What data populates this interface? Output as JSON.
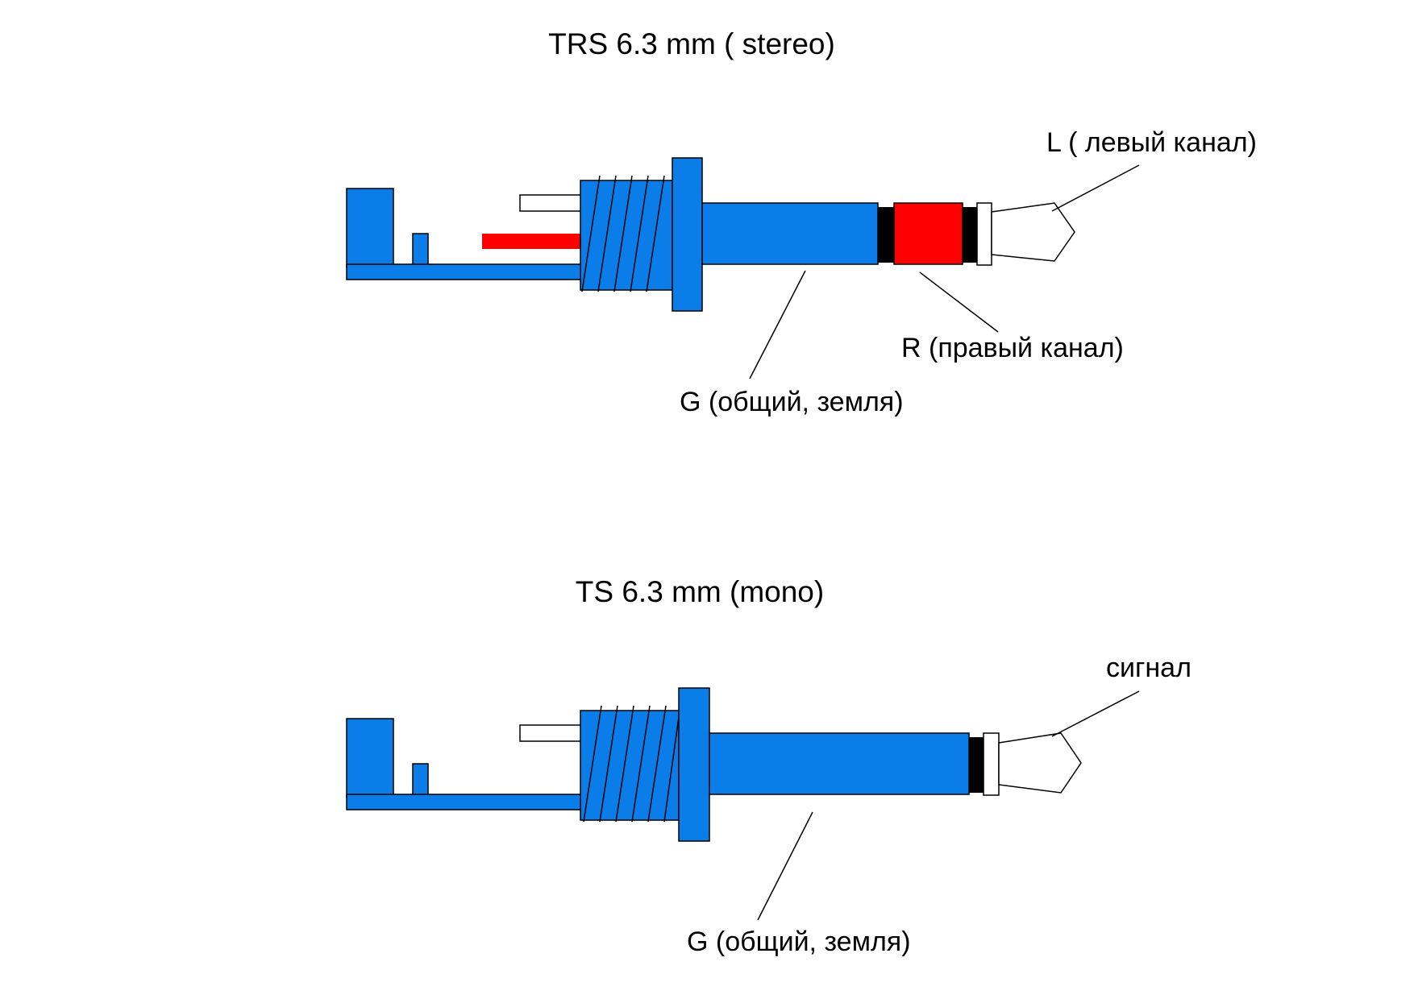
{
  "colors": {
    "body": "#0a7de8",
    "ring": "#ff0000",
    "insulator": "#000000",
    "outline": "#000000",
    "background": "#ffffff"
  },
  "stereo": {
    "title": "TRS 6.3 mm ( stereo)",
    "label_tip": "L ( левый канал)",
    "label_ring": "R (правый канал)",
    "label_sleeve": "G (общий, земля)"
  },
  "mono": {
    "title": "TS 6.3 mm (mono)",
    "label_tip": "сигнал",
    "label_sleeve": "G (общий, земля)"
  }
}
